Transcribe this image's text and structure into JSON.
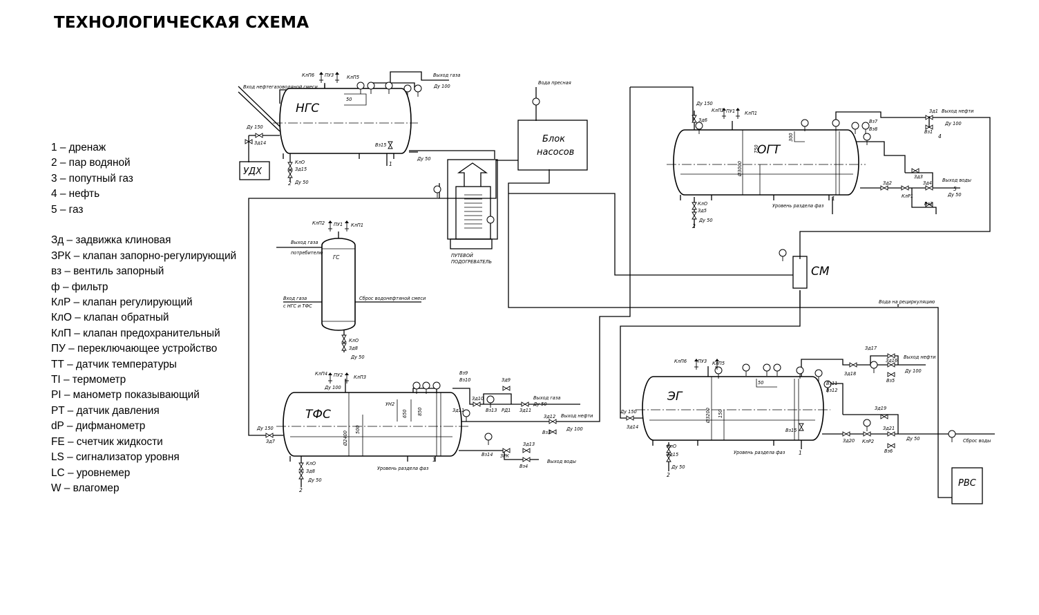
{
  "title": "ТЕХНОЛОГИЧЕСКАЯ СХЕМА",
  "legend_streams": [
    "1 – дренаж",
    "2 – пар водяной",
    "3 – попутный газ",
    "4 – нефть",
    "5 – газ"
  ],
  "legend_symbols": [
    "Зд – задвижка клиновая",
    "ЗРК – клапан запорно-регулирующий",
    "вз – вентиль запорный",
    "ф – фильтр",
    "КлР – клапан регулирующий",
    "КлО – клапан обратный",
    "КлП – клапан предохранительный",
    "ПУ – переключающее устройство",
    "ТТ – датчик температуры",
    "TI – термометр",
    "PI – манометр показывающий",
    "PT – датчик давления",
    "dP – дифманометр",
    "FE – счетчик жидкости",
    "LS – сигнализатор уровня",
    "LC – уровнемер",
    "W – влагомер"
  ],
  "equipment": {
    "ngs": "НГС",
    "ogt": "ОГТ",
    "tfs": "ТФС",
    "eg": "ЭГ",
    "gs": "ГС",
    "udkh": "УДХ",
    "sm": "СМ",
    "rvs": "РВС",
    "pump_block_1": "Блок",
    "pump_block_2": "насосов",
    "heater_1": "ПУТЕВОЙ",
    "heater_2": "ПОДОГРЕВАТЕЛЬ"
  },
  "labels": {
    "ngs_inlet": "Вход нефтегазоводяной смеси",
    "gas_out": "Выход газа",
    "du100": "Ду 100",
    "du150": "Ду 150",
    "du50": "Ду 50",
    "fresh_water": "Вода пресная",
    "oil_out": "Выход нефти",
    "water_out": "Выход воды",
    "phase_level": "Уровень раздела фаз",
    "recirc_water": "Вода на рециркуляцию",
    "waste_water": "Сброс воды",
    "gs_gas_out_1": "Выход газа",
    "gs_gas_out_2": "потребителю",
    "gs_in_1": "Вход газа",
    "gs_in_2": "с НГС и ТФС",
    "gs_discharge": "Сброс водонефтяной смеси",
    "klp1": "КлП1",
    "klp2": "КлП2",
    "klp3": "КлП3",
    "klp4": "КлП4",
    "klp5": "КлП5",
    "klp6": "КлП6",
    "pu1": "ПУ1",
    "pu2": "ПУ2",
    "pu3": "ПУ3",
    "klo": "КлО",
    "klr1": "КлР1",
    "klr2": "КлР2",
    "zrk": "ЗРК",
    "rd1": "РД1",
    "uh2": "УН2",
    "d50": "50",
    "d300": "300",
    "d750": "750",
    "d650": "650",
    "d850": "850",
    "d500": "500",
    "d150": "150",
    "diam_3000": "Ø3000",
    "diam_2400": "Ø2400",
    "diam_3200": "Ø3200",
    "z1": "Зд1",
    "z2": "Зд2",
    "z3": "Зд3",
    "z4": "Зд4",
    "z5": "Зд5",
    "z6": "Зд6",
    "z7": "Зд7",
    "z8": "Зд8",
    "z9": "Зд9",
    "z10": "Зд10",
    "z11": "Зд11",
    "z12": "Зд12",
    "z13": "Зд13",
    "z14": "Зд14",
    "z15": "Зд15",
    "z16": "Зд16",
    "z17": "Зд17",
    "z18": "Зд18",
    "z19": "Зд19",
    "z20": "Зд20",
    "z21": "Зд21",
    "v1": "Вз1",
    "v2": "Вз2",
    "v3": "Вз3",
    "v4": "Вз4",
    "v5": "Вз5",
    "v6": "Вз6",
    "v7": "Вз7",
    "v8": "Вз8",
    "v9": "Вз9",
    "v10": "Вз10",
    "v11": "Вз11",
    "v12": "Вз12",
    "v13": "Вз13",
    "v14": "Вз14",
    "v15": "Вз15",
    "n1": "1",
    "n2": "2",
    "n4": "4",
    "n5": "5"
  }
}
